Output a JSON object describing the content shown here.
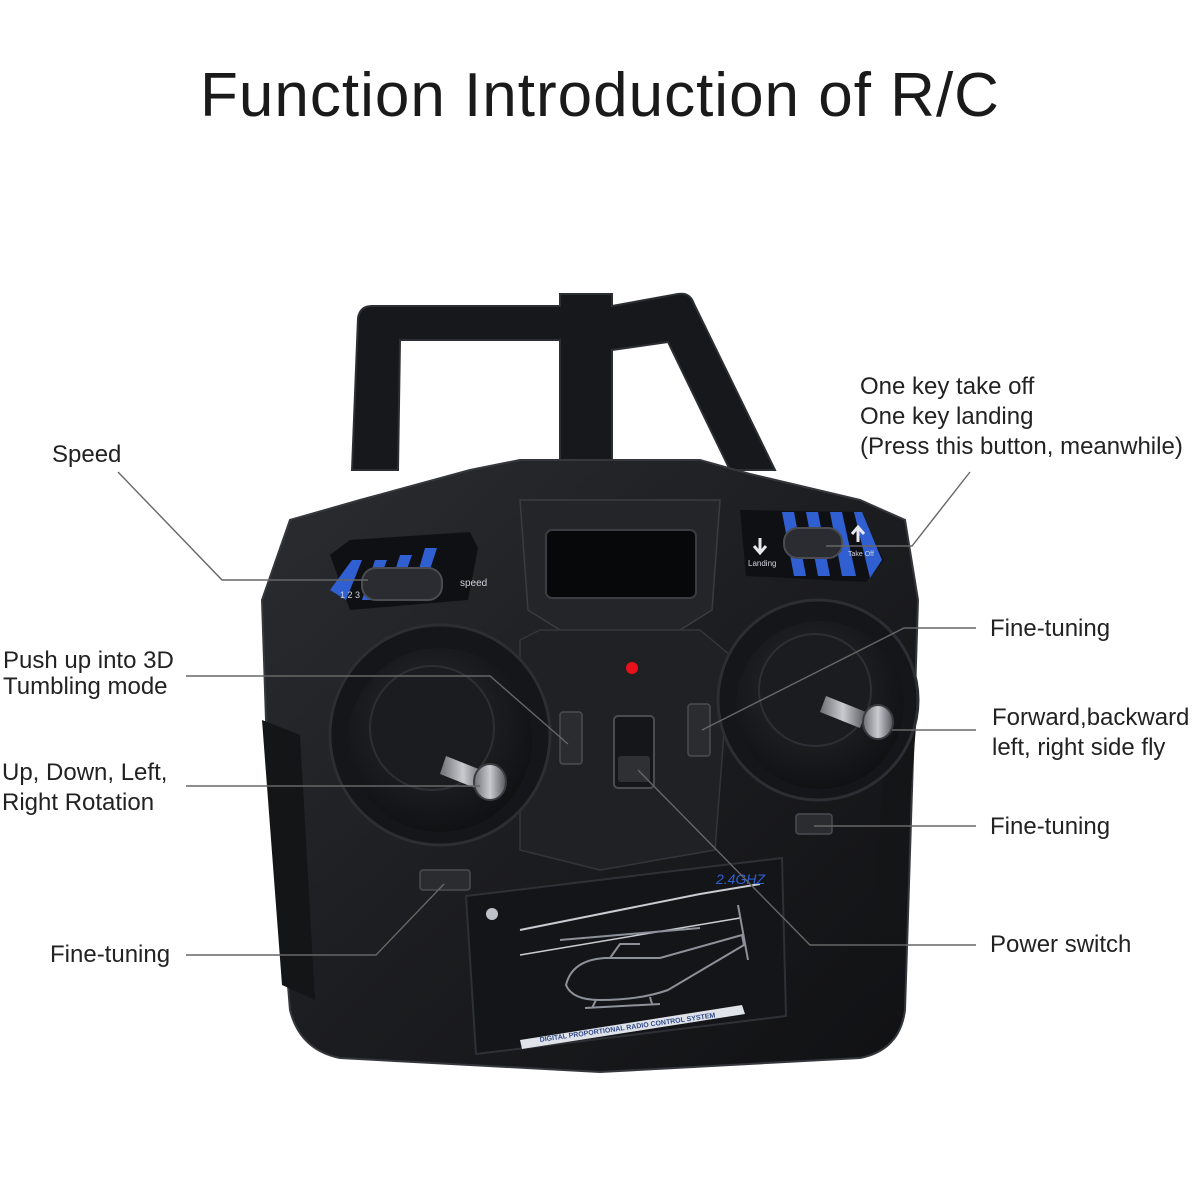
{
  "title": "Function Introduction of R/C",
  "callouts": {
    "speed": "Speed",
    "takeoff_line1": "One key take off",
    "takeoff_line2": "One key landing",
    "takeoff_line3": "(Press this button, meanwhile)",
    "push_line1": "Push up into 3D",
    "push_line2": "Tumbling mode",
    "rotation_line1": "Up, Down, Left,",
    "rotation_line2": "Right Rotation",
    "fine_left": "Fine-tuning",
    "fine_right_top": "Fine-tuning",
    "forward_line1": "Forward,backward",
    "forward_line2": "left, right side fly",
    "fine_right_bottom": "Fine-tuning",
    "power": "Power switch"
  },
  "device": {
    "speed_label": "speed",
    "speed_numbers": "1 2 3",
    "landing_label": "Landing",
    "takeoff_label": "Take Off",
    "frequency": "2.4GHZ",
    "system_text": "DIGITAL PROPORTIONAL RADIO CONTROL SYSTEM",
    "colors": {
      "body": "#1c1d20",
      "accent": "#2f5fd0",
      "led": "#e8101a"
    }
  }
}
